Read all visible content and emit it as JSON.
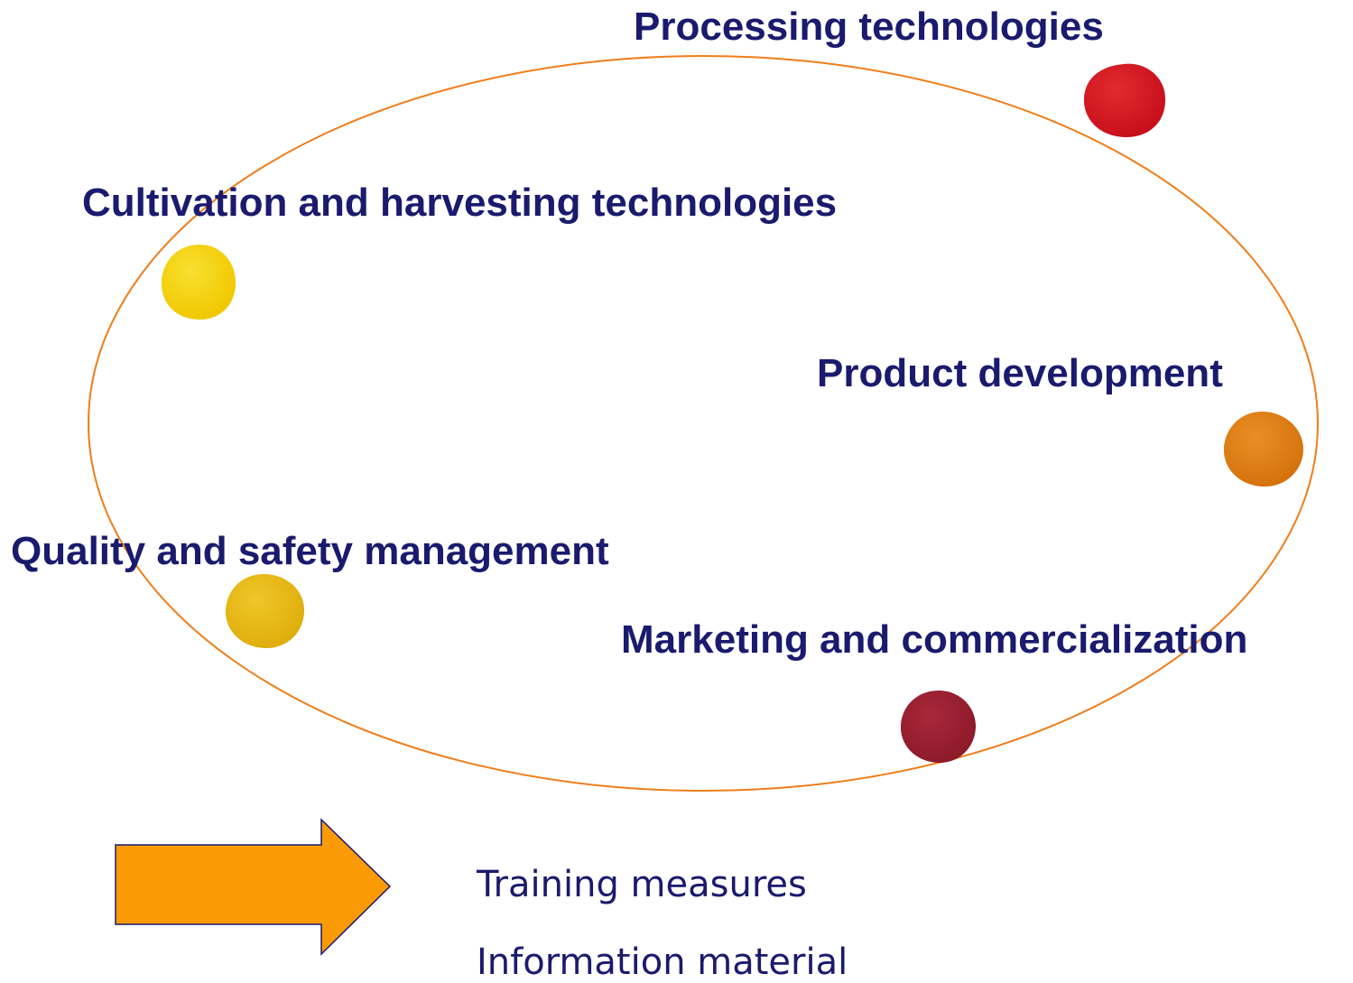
{
  "colors": {
    "text": "#1a1a6e",
    "ellipse_stroke": "#ef7d1a",
    "arrow_fill": "#fa9a05",
    "arrow_stroke": "#1a1a6e"
  },
  "nodes": [
    {
      "label": "Processing technologies",
      "dot_color": "#c8101c",
      "dot_color_light": "#e22a30"
    },
    {
      "label": "Cultivation and harvesting technologies",
      "dot_color": "#f0c800",
      "dot_color_light": "#f8e030"
    },
    {
      "label": "Product development",
      "dot_color": "#d5720c",
      "dot_color_light": "#ea8f24"
    },
    {
      "label": "Quality and safety management",
      "dot_color": "#dfae0c",
      "dot_color_light": "#efc628"
    },
    {
      "label": "Marketing and commercialization",
      "dot_color": "#8d1a2a",
      "dot_color_light": "#a9283a"
    }
  ],
  "outputs": {
    "items": [
      "Training measures",
      "Information material"
    ]
  }
}
